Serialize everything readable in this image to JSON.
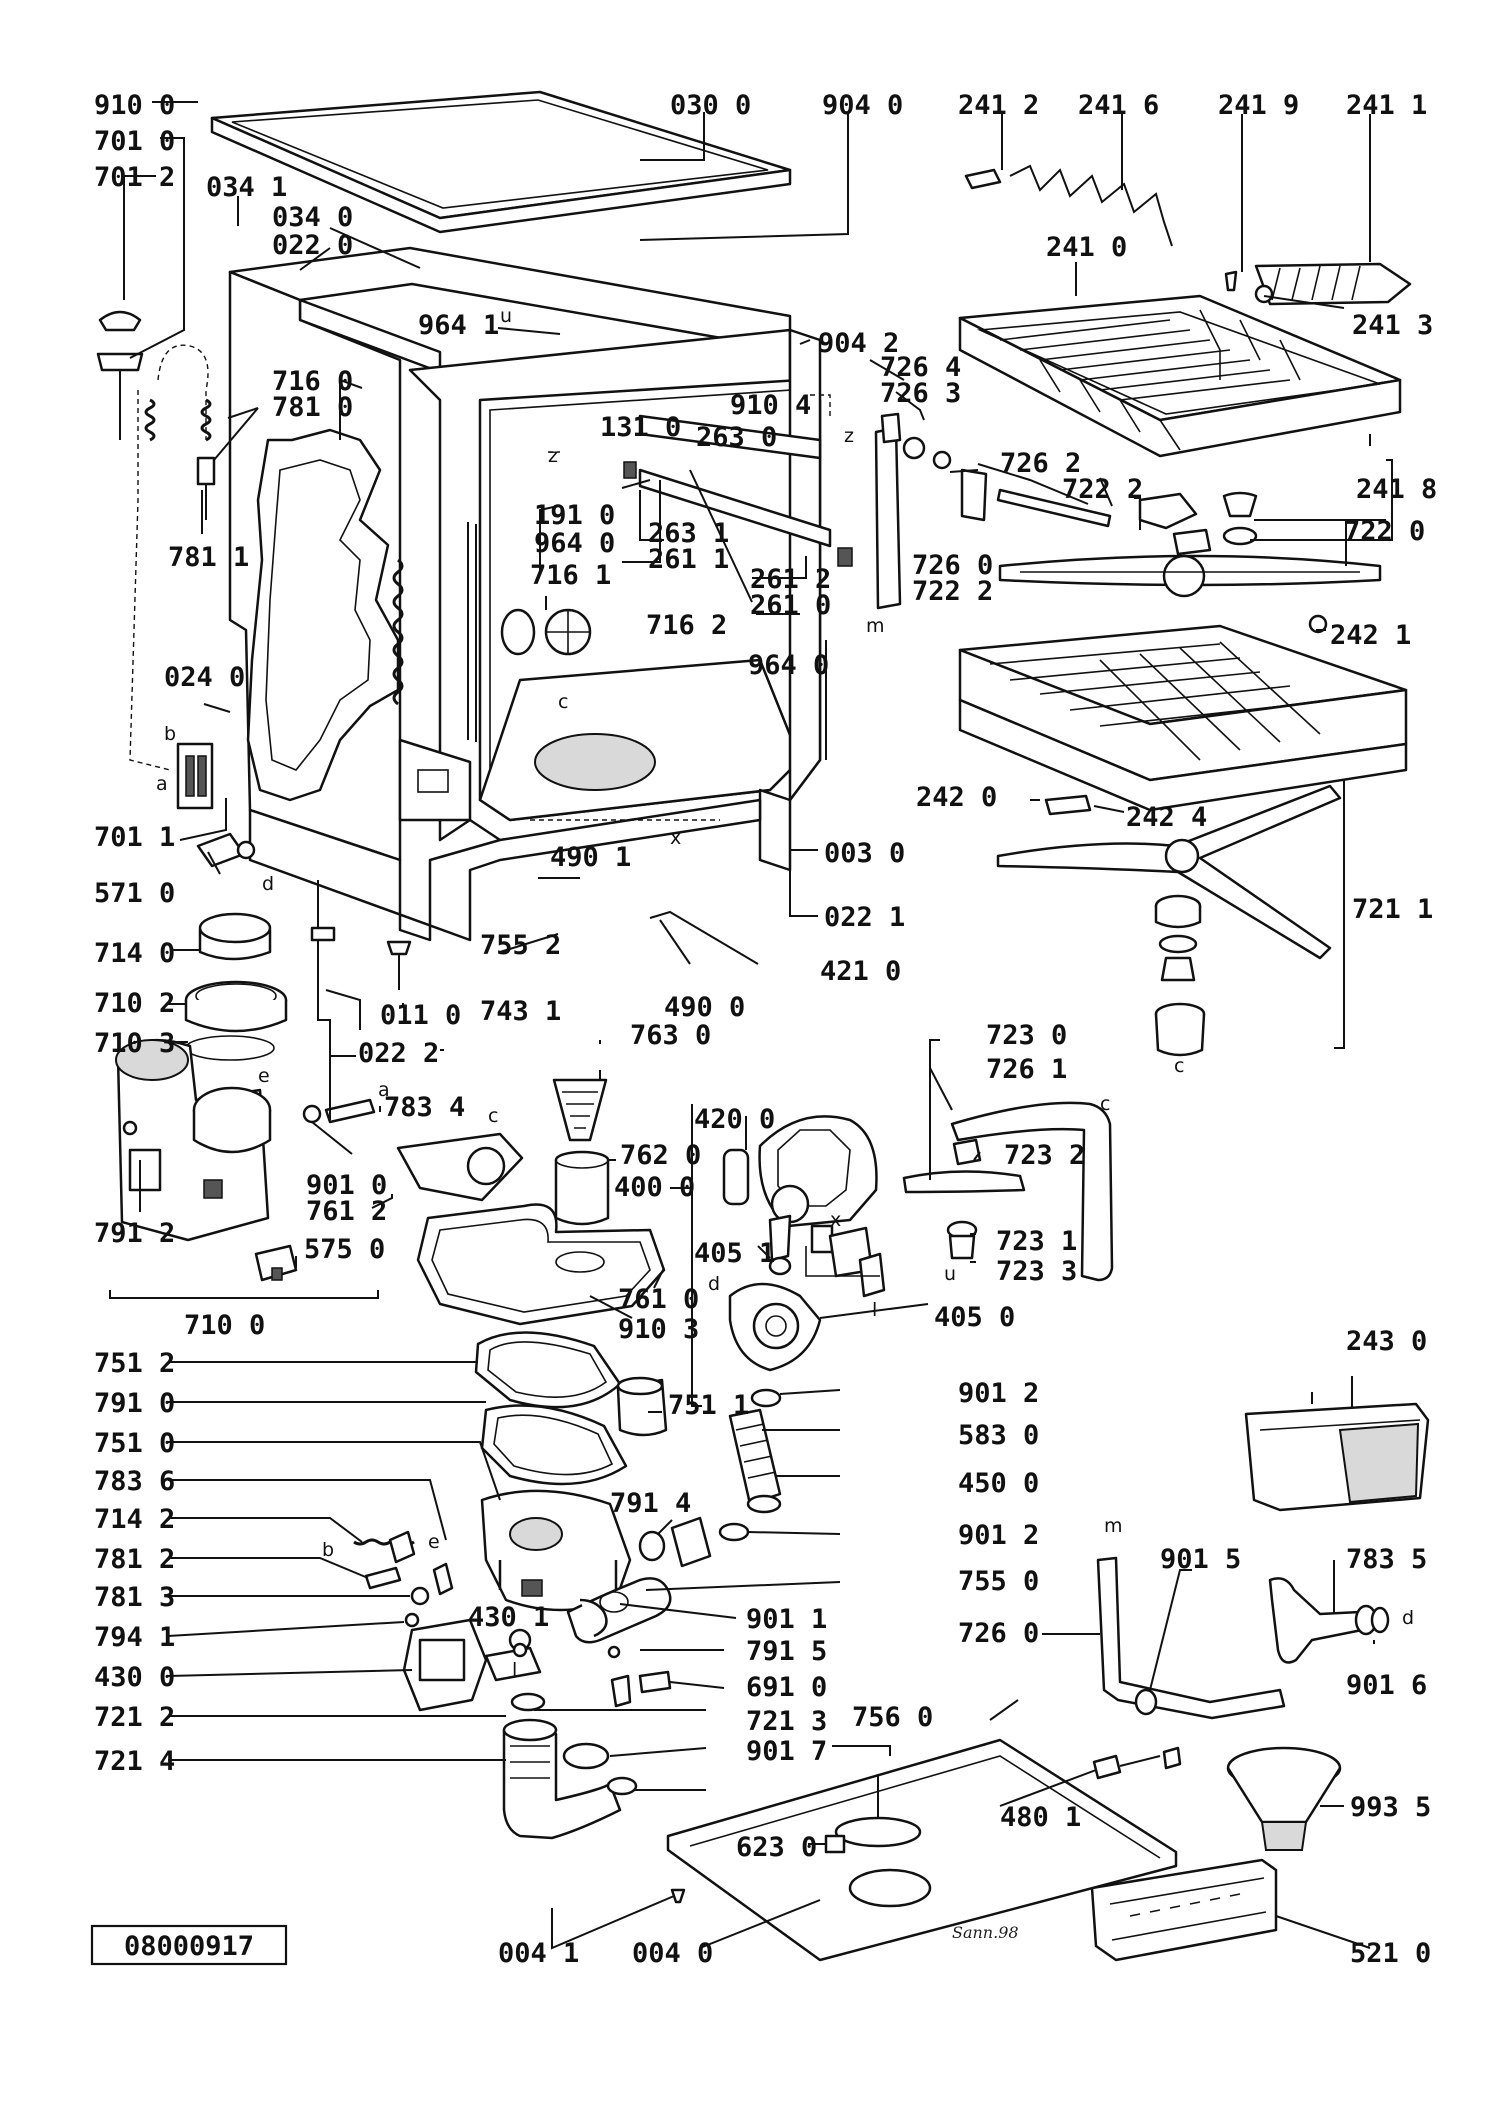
{
  "drawing": {
    "number": "08000917",
    "signature": "Sann.98"
  },
  "callouts": [
    "910 0",
    "701 0",
    "701 2",
    "030 0",
    "904 0",
    "241 2",
    "241 6",
    "241 9",
    "241 1",
    "034 1",
    "034 0",
    "022 0",
    "241 0",
    "241 3",
    "964 1",
    "904 2",
    "726 4",
    "726 3",
    "910 4",
    "716 0",
    "781 0",
    "131 0",
    "263 0",
    "726 2",
    "722 2",
    "241 8",
    "722 0",
    "781 1",
    "191 0",
    "964 0",
    "263 1",
    "261 1",
    "261 2",
    "261 0",
    "726 0",
    "722 2",
    "716 1",
    "716 2",
    "964 0",
    "242 1",
    "024 0",
    "242 0",
    "242 4",
    "701 1",
    "003 0",
    "571 0",
    "490 1",
    "022 1",
    "721 1",
    "714 0",
    "755 2",
    "421 0",
    "710 2",
    "011 0",
    "743 1",
    "490 0",
    "710 3",
    "022 2",
    "763 0",
    "723 0",
    "726 1",
    "783 4",
    "420 0",
    "762 0",
    "723 2",
    "901 0",
    "400 0",
    "761 2",
    "791 2",
    "575 0",
    "723 1",
    "405 1",
    "723 3",
    "761 0",
    "910 3",
    "405 0",
    "710 0",
    "243 0",
    "751 2",
    "751 1",
    "791 0",
    "901 2",
    "751 0",
    "583 0",
    "783 6",
    "450 0",
    "791 4",
    "714 2",
    "901 2",
    "781 2",
    "755 0",
    "901 5",
    "783 5",
    "781 3",
    "901 1",
    "726 0",
    "794 1",
    "430 1",
    "791 5",
    "901 6",
    "430 0",
    "691 0",
    "721 2",
    "721 3",
    "721 4",
    "901 7",
    "756 0",
    "480 1",
    "993 5",
    "623 0",
    "004 1",
    "004 0",
    "521 0"
  ],
  "letters": [
    "u",
    "z",
    "z",
    "m",
    "c",
    "x",
    "b",
    "a",
    "d",
    "e",
    "c",
    "a",
    "c",
    "x",
    "d",
    "u",
    "c",
    "b",
    "e",
    "d",
    "m",
    "l",
    "l"
  ]
}
